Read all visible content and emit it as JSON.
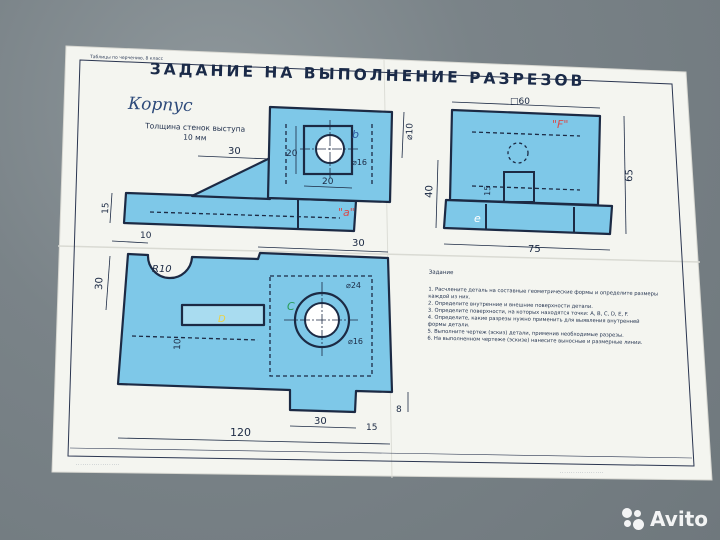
{
  "poster": {
    "title": "ЗАДАНИЕ НА ВЫПОЛНЕНИЕ РАЗРЕЗОВ",
    "corner_note": "Таблицы по черчению, 8 класс",
    "part_name": "Корпус",
    "wall_note_line1": "Толщина стенок выступа",
    "wall_note_line2": "10 мм"
  },
  "dimensions": {
    "front": {
      "d10": "⌀10",
      "d20v": "20",
      "d20h": "20",
      "d16": "⌀16",
      "l30": "30",
      "h15": "15"
    },
    "side": {
      "w60": "□60",
      "h65": "65",
      "h40": "40",
      "h15": "15",
      "w75": "75"
    },
    "top": {
      "w10": "10",
      "w30": "30",
      "h30": "30",
      "r10": "R10",
      "d24": "⌀24",
      "d16": "⌀16",
      "h10": "10",
      "w120": "120",
      "w30b": "30",
      "w15": "15",
      "h8": "8"
    }
  },
  "points": {
    "a": "\"a\"",
    "b": "b",
    "c": "C",
    "d": "D",
    "e": "e",
    "f": "\"F\""
  },
  "task": {
    "heading": "Задание",
    "items": [
      "1. Расчлените деталь на составные геометрические формы и определите размеры каждой из них.",
      "2. Определите внутренние и внешние поверхности детали.",
      "3. Определите поверхности, на которых находятся точки: A, B, C, D, E, F.",
      "4. Определите, какие разрезы нужно применить для выявления внутренней формы детали.",
      "5. Выполните чертеж (эскиз) детали, применив необходимые разрезы.",
      "6. На выполненном чертеже (эскизе) нанесите выносные и размерные линии."
    ]
  },
  "watermark": {
    "brand": "Avito"
  },
  "colors": {
    "fill": "#7ec8e8",
    "line": "#1c2a44",
    "paper": "#f4f5f0",
    "point_f": "#d94b4b",
    "point_c": "#2a9d5a"
  }
}
